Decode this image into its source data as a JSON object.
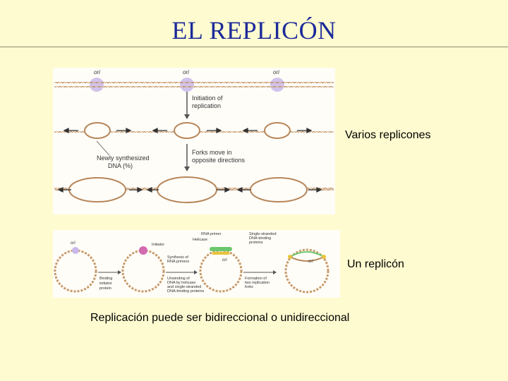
{
  "slide": {
    "title": "EL REPLICÓN",
    "label_multi": "Varios replicones",
    "label_single": "Un replicón",
    "caption": "Replicación puede ser bidireccional o unidireccional"
  },
  "figure_top": {
    "ori_labels": [
      "ori",
      "ori",
      "ori"
    ],
    "step1": [
      "Initiation of",
      "replication"
    ],
    "step2": [
      "Forks move in",
      "opposite directions"
    ],
    "newly_label": [
      "Newly synthesized",
      "DNA (%)"
    ]
  },
  "figure_bottom": {
    "ori_label": "ori",
    "labels": {
      "initiator": "Initiator",
      "binding": [
        "Binding",
        "initiator",
        "protein"
      ],
      "synthesis": [
        "Synthesis of",
        "RNA primers"
      ],
      "unwinding": [
        "Unwinding of",
        "DNA by helicase",
        "and single-stranded",
        "DNA-binding proteins"
      ],
      "rna_primer": "RNA primer",
      "helicase": "Helicase",
      "ssb": [
        "Single-stranded",
        "DNA-binding",
        "proteins"
      ],
      "formation": [
        "Formation of",
        "two replication",
        "forks"
      ]
    }
  },
  "colors": {
    "title": "#1b2a9a",
    "background": "#fffbd0",
    "dna": "#c79a6a",
    "ori_highlight": "#c9b8ea"
  }
}
